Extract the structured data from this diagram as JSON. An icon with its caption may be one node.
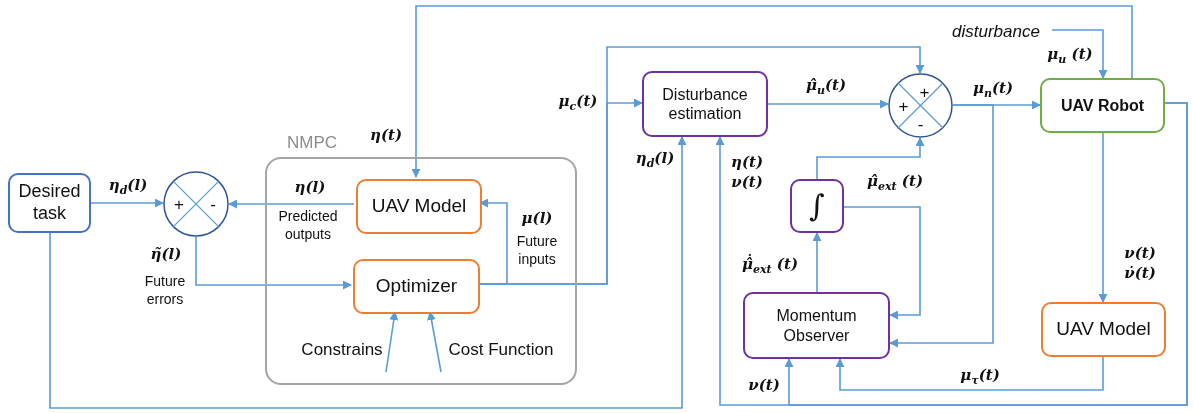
{
  "diagram": {
    "nodes": [
      {
        "text": [
          "Desired task"
        ]
      },
      {
        "text": [
          "+",
          "-"
        ]
      },
      {
        "text": [
          "NMPC"
        ]
      },
      {
        "text": [
          "UAV Model"
        ],
        "in": 2
      },
      {
        "text": [
          "Optimizer"
        ],
        "in": 2
      },
      {
        "text": [
          "Disturbance estimation"
        ]
      },
      {
        "text": [
          "+",
          "+",
          "-"
        ]
      },
      {
        "text": [
          "UAV Robot"
        ]
      },
      {
        "text": [
          "∫"
        ]
      },
      {
        "text": [
          "Momentum Observer"
        ]
      },
      {
        "text": [
          "UAV Model"
        ]
      },
      {
        "text": [
          "disturbance"
        ]
      },
      {
        "text": [
          "Constrains"
        ],
        "in": 2
      },
      {
        "text": [
          "Cost Function"
        ],
        "in": 2
      }
    ],
    "edges": [
      {
        "from": 0,
        "to": 1,
        "arrow": "to",
        "label": "η$_{d}$(l)"
      },
      {
        "from": 3,
        "to": 1,
        "arrow": "to",
        "label": "η(l)"
      },
      {
        "from": 1,
        "to": 4,
        "arrow": "to",
        "label": "η̃(l)"
      },
      {
        "from": 4,
        "to": 3,
        "arrow": "to",
        "label": "μ(l)"
      },
      {
        "from": 4,
        "to": 5,
        "arrow": "to",
        "label": "μ$_{c}$(t)"
      },
      {
        "from": 4,
        "to": 6,
        "arrow": "to"
      },
      {
        "from": 7,
        "to": 3,
        "arrow": "to",
        "label": "η(t)"
      },
      {
        "from": 0,
        "to": 5,
        "arrow": "to",
        "label": "η$_{d}$(l)"
      },
      {
        "from": 7,
        "to": 5,
        "arrow": "to",
        "label": "η(t) ν(t)"
      },
      {
        "from": 7,
        "to": 9,
        "arrow": "to",
        "label": "ν(t)"
      },
      {
        "from": 5,
        "to": 6,
        "arrow": "to",
        "label": "μ̂$_{u}$(t)"
      },
      {
        "from": 6,
        "to": 7,
        "arrow": "to",
        "label": "μ$_{n}$(t)"
      },
      {
        "from": 6,
        "to": 9,
        "arrow": "to"
      },
      {
        "from": 11,
        "to": 7,
        "arrow": "to",
        "label": "μ$_{u}$ (t)"
      },
      {
        "from": 7,
        "to": 10,
        "arrow": "to",
        "label": "ν(t) ν̇(t)"
      },
      {
        "from": 10,
        "to": 9,
        "arrow": "to",
        "label": "μ$_{τ}$(t)"
      },
      {
        "from": 9,
        "to": 8,
        "arrow": "to",
        "label": "μ̂̇$_{ext}$ (t)"
      },
      {
        "from": 8,
        "to": 9,
        "arrow": "to",
        "label": "μ̂$_{ext}$ (t)"
      },
      {
        "from": 8,
        "to": 6,
        "arrow": "to"
      },
      {
        "from": 12,
        "to": 4,
        "arrow": "to"
      },
      {
        "from": 13,
        "to": 4,
        "arrow": "to"
      }
    ],
    "labels": [
      "Predicted outputs",
      "Future errors",
      "Future inputs"
    ]
  }
}
